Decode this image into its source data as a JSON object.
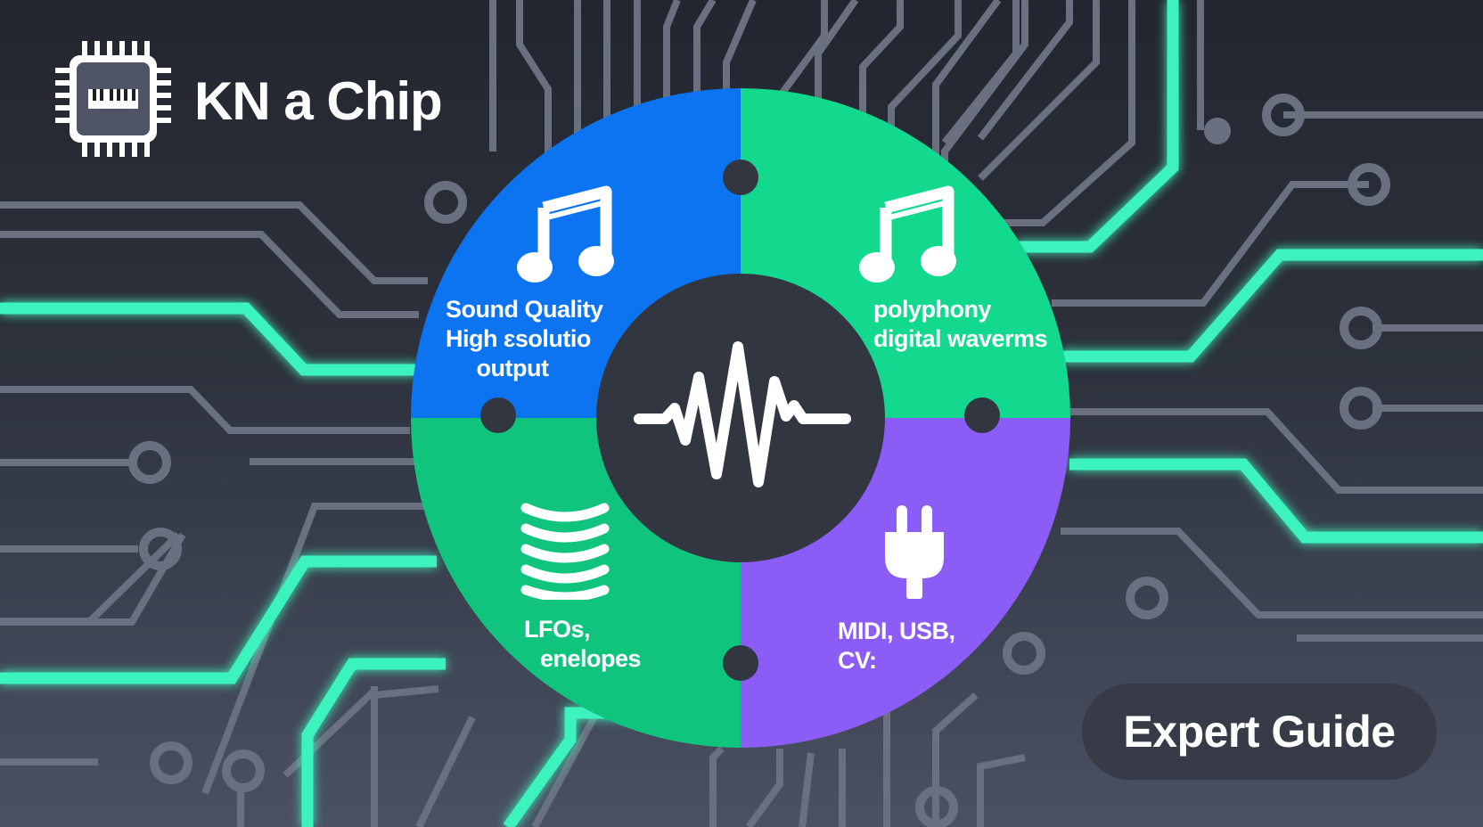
{
  "brand": {
    "title": "KN a Chip",
    "logo_icon": "chip-with-piano-keys-icon"
  },
  "wheel": {
    "center_icon": "waveform-icon",
    "segments": [
      {
        "position": "top-left",
        "color": "#0d74f1",
        "icon": "music-note-icon",
        "lines": [
          "Sound Quality",
          "High ɛsolutio",
          "output"
        ]
      },
      {
        "position": "top-right",
        "color": "#13d98e",
        "icon": "music-note-icon",
        "lines": [
          "polyphony",
          "digital waverms"
        ]
      },
      {
        "position": "bottom-left",
        "color": "#11c47e",
        "icon": "envelope-chevrons-icon",
        "lines": [
          "LFOs,",
          "enelopes"
        ]
      },
      {
        "position": "bottom-right",
        "color": "#8b5cf6",
        "icon": "plug-icon",
        "lines": [
          "MIDI, USB,",
          "CV:"
        ]
      }
    ]
  },
  "cta": {
    "label": "Expert Guide"
  },
  "colors": {
    "background_top": "#23262f",
    "background_bottom": "#4a5163",
    "trace": "#6b7080",
    "trace_glow": "#3ef3bd",
    "hub": "#323641"
  }
}
